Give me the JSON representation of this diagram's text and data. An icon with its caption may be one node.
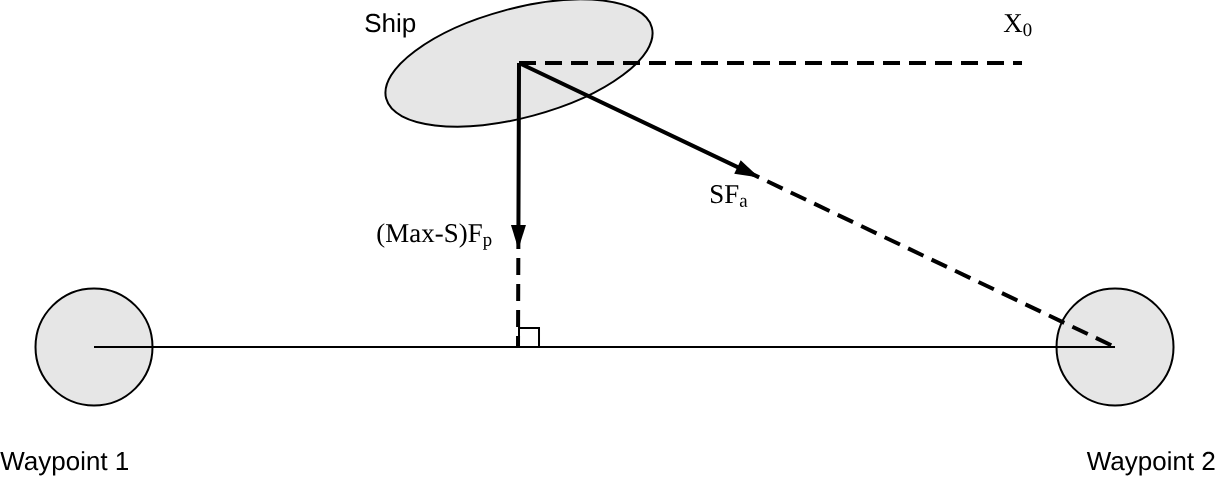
{
  "diagram": {
    "nodes": [
      {
        "text": [],
        "shape": "ellipse",
        "beside": [
          "Ship"
        ]
      },
      {
        "text": [],
        "shape": "circle",
        "beside": [
          "Waypoint 1"
        ]
      },
      {
        "text": [],
        "shape": "circle",
        "beside": [
          "Waypoint 2"
        ]
      },
      {
        "text": [],
        "shape": "box"
      }
    ],
    "edges": [
      {
        "from": 0,
        "to": 3,
        "arrow": "to",
        "label": "(Max-S)F$_{p}$",
        "style": "dashed"
      },
      {
        "from": 0,
        "to": 2,
        "arrow": "to",
        "label": "SF$_{a}$",
        "style": "dashed"
      },
      {
        "from": 1,
        "to": 2,
        "arrow": "none"
      }
    ],
    "labels": [
      "X$_{0}$"
    ]
  }
}
